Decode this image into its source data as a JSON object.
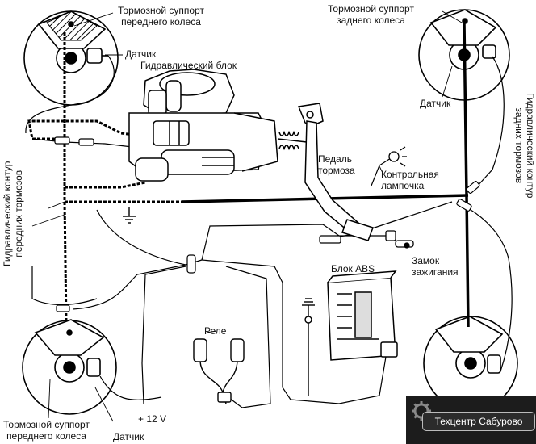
{
  "labels": {
    "front_caliper_top": [
      "Тормозной суппорт",
      "переднего колеса"
    ],
    "sensor_front_top": "Датчик",
    "hydraulic_unit": "Гидравлический блок",
    "rear_caliper_top": [
      "Тормозной суппорт",
      "заднего колеса"
    ],
    "sensor_rear_top": "Датчик",
    "brake_pedal": [
      "Педаль",
      "тормоза"
    ],
    "warning_lamp": [
      "Контрольная",
      "лампочка"
    ],
    "front_circuit": [
      "Гидравлический контур",
      "передних тормозов"
    ],
    "rear_circuit": [
      "Гидравлический контур",
      "задних тормозов"
    ],
    "ignition_lock": [
      "Замок",
      "зажигания"
    ],
    "abs_unit": "Блок ABS",
    "relay": "Реле",
    "plus_12v": "+ 12 V",
    "front_caliper_bottom": [
      "Тормозной суппорт",
      "переднего колеса"
    ],
    "sensor_bottom": "Датчик"
  },
  "watermark": {
    "text": "Техцентр Сабурово"
  }
}
